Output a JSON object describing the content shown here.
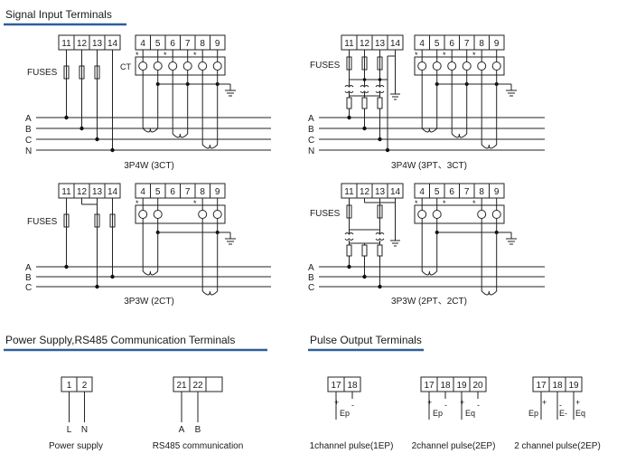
{
  "sections": {
    "signal_input": "Signal Input Terminals",
    "power_rs485": "Power Supply,RS485 Communication Terminals",
    "pulse_output": "Pulse Output Terminals"
  },
  "colors": {
    "header_underline": "#2d5f9a",
    "wire": "#222222"
  },
  "labels": {
    "fuses": "FUSES",
    "ct": "CT",
    "star": "*",
    "lines_4": [
      "A",
      "B",
      "C",
      "N"
    ],
    "lines_3": [
      "A",
      "B",
      "C"
    ]
  },
  "terminals": {
    "voltage_inputs": [
      "11",
      "12",
      "13",
      "14"
    ],
    "current_inputs": [
      "4",
      "5",
      "6",
      "7",
      "8",
      "9"
    ],
    "power": [
      "1",
      "2"
    ],
    "rs485": [
      "21",
      "22",
      ""
    ],
    "pulse_1": [
      "17",
      "18"
    ],
    "pulse_2": [
      "17",
      "18",
      "19",
      "20"
    ],
    "pulse_3": [
      "17",
      "18",
      "19"
    ]
  },
  "captions": {
    "d1": "3P4W (3CT)",
    "d2": "3P4W (3PT、3CT)",
    "d3": "3P3W (2CT)",
    "d4": "3P3W (2PT、2CT)",
    "power": "Power supply",
    "rs485": "RS485 communication",
    "p1": "1channel pulse(1EP)",
    "p2": "2channel pulse(2EP)",
    "p3": "2 channel pulse(2EP)"
  },
  "wire_labels": {
    "power": [
      "L",
      "N"
    ],
    "rs485": [
      "A",
      "B"
    ]
  },
  "pulse_signs": {
    "p1": [
      "+",
      "-"
    ],
    "p2": [
      "+",
      "-",
      "+",
      "-"
    ],
    "p3": [
      "+",
      "-",
      "+"
    ]
  },
  "pulse_labels": {
    "p1": [
      "Ep"
    ],
    "p2": [
      "Ep",
      "Eq"
    ],
    "p3": [
      "Ep",
      "E-",
      "Eq"
    ]
  }
}
